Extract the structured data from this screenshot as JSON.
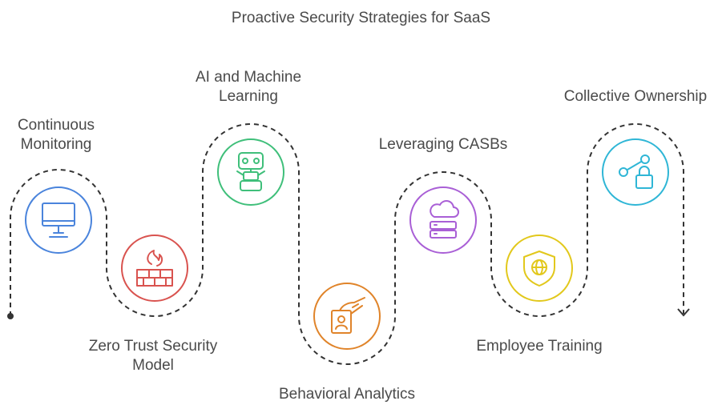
{
  "title": "Proactive Security Strategies for SaaS",
  "steps": [
    {
      "lines": [
        "Continuous",
        "Monitoring"
      ],
      "icon": "monitor-icon",
      "color": "#4a84dc"
    },
    {
      "lines": [
        "Zero Trust Security",
        "Model"
      ],
      "icon": "firewall-icon",
      "color": "#d9534f"
    },
    {
      "lines": [
        "AI and Machine",
        "Learning"
      ],
      "icon": "robot-icon",
      "color": "#3fbf7a"
    },
    {
      "lines": [
        "Behavioral Analytics"
      ],
      "icon": "id-badge-hand-icon",
      "color": "#e0842a"
    },
    {
      "lines": [
        "Leveraging CASBs"
      ],
      "icon": "cloud-server-icon",
      "color": "#a95fd6"
    },
    {
      "lines": [
        "Employee Training"
      ],
      "icon": "shield-globe-icon",
      "color": "#e2c81c"
    },
    {
      "lines": [
        "Collective Ownership"
      ],
      "icon": "share-lock-icon",
      "color": "#2fb6d6"
    }
  ],
  "path_color": "#333333"
}
